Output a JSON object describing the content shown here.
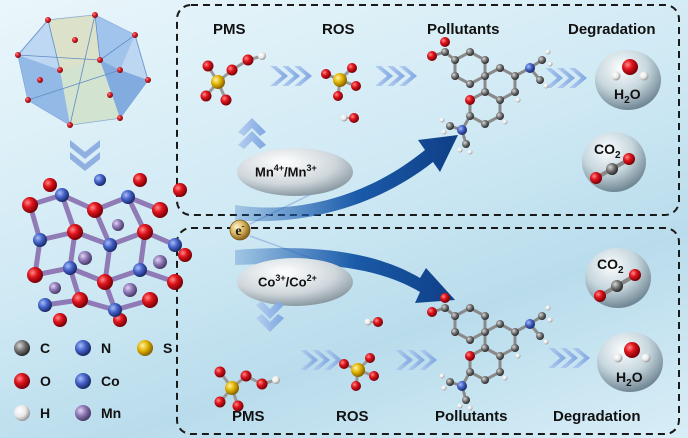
{
  "top": {
    "headers": [
      "PMS",
      "ROS",
      "Pollutants",
      "Degradation"
    ],
    "redox": {
      "a": "Mn",
      "a_charge": "4+",
      "b": "Mn",
      "b_charge": "3+"
    },
    "products": {
      "water": "H",
      "water_sub": "2",
      "water_end": "O",
      "co2": "CO",
      "co2_sub": "2"
    }
  },
  "bottom": {
    "headers": [
      "PMS",
      "ROS",
      "Pollutants",
      "Degradation"
    ],
    "redox": {
      "a": "Co",
      "a_charge": "3+",
      "b": "Co",
      "b_charge": "2+"
    },
    "products": {
      "water": "H",
      "water_sub": "2",
      "water_end": "O",
      "co2": "CO",
      "co2_sub": "2"
    }
  },
  "electron": {
    "symbol": "e",
    "charge": "-"
  },
  "legend": [
    {
      "symbol": "C",
      "color": "#6b6b6b"
    },
    {
      "symbol": "N",
      "color": "#3b5fc4"
    },
    {
      "symbol": "S",
      "color": "#e0b400"
    },
    {
      "symbol": "O",
      "color": "#d3131a"
    },
    {
      "symbol": "Co",
      "color": "#4660cc"
    },
    {
      "symbol": "H",
      "color": "#f4f4f4"
    },
    {
      "symbol": "Mn",
      "color": "#8f79b6"
    }
  ]
}
